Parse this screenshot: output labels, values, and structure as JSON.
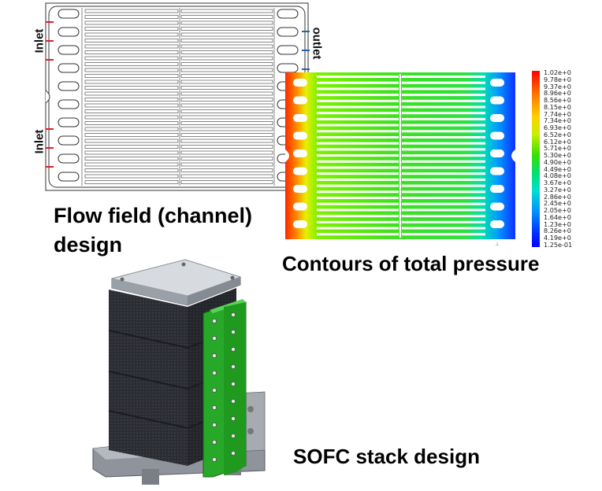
{
  "labels": {
    "inlet_top": "Inlet",
    "inlet_bottom": "Inlet",
    "outlet": "outlet"
  },
  "captions": {
    "flow_field": "Flow field (channel) design",
    "contours": "Contours of total pressure",
    "stack": "SOFC stack design"
  },
  "legend": {
    "values": [
      "1.02e+0",
      "9.78e+0",
      "9.37e+0",
      "8.96e+0",
      "8.56e+0",
      "8.15e+0",
      "7.74e+0",
      "7.34e+0",
      "6.93e+0",
      "6.52e+0",
      "6.12e+0",
      "5.71e+0",
      "5.30e+0",
      "4.90e+0",
      "4.49e+0",
      "4.08e+0",
      "3.67e+0",
      "3.27e+0",
      "2.86e+0",
      "2.45e+0",
      "2.05e+0",
      "1.64e+0",
      "1.23e+0",
      "8.26e+0",
      "4.19e+0",
      "1.25e-01"
    ]
  },
  "colors": {
    "inlet_mark": "#e02020",
    "outlet_mark": "#2060c0",
    "stack_body": "#2e3036",
    "manifold_green": "#2db82d"
  }
}
